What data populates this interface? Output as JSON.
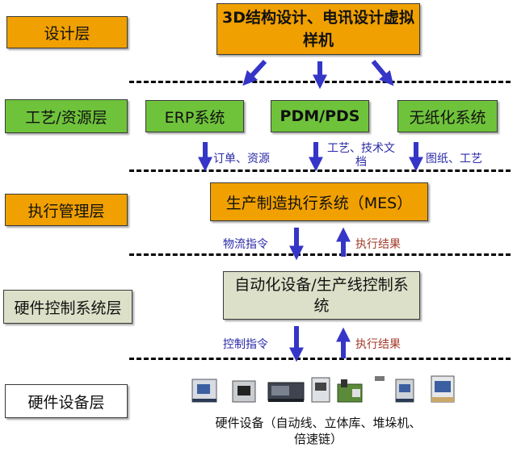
{
  "layers": {
    "design": "设计层",
    "process_resource": "工艺/资源层",
    "execution": "执行管理层",
    "hw_control": "硬件控制系统层",
    "hw_equipment": "硬件设备层"
  },
  "boxes": {
    "design_top": "3D结构设计、电讯设计虚拟样机",
    "erp": "ERP系统",
    "pdm": "PDM/PDS",
    "paperless": "无纸化系统",
    "mes": "生产制造执行系统（MES）",
    "automation": "自动化设备/生产线控制系统"
  },
  "labels": {
    "order_resource": "订单、资源",
    "process_tech_doc": "工艺、技术文档",
    "drawing_process": "图纸、工艺",
    "logistics_cmd_1": "物流指令",
    "exec_result_1": "执行结果",
    "control_cmd": "控制指令",
    "exec_result_2": "执行结果",
    "hw_equipment_caption": "硬件设备（自动线、立体库、堆垛机、倍速链）"
  },
  "colors": {
    "layer_orange": "#f0a000",
    "layer_green": "#6fc33b",
    "arrow_blue": "#3535c8",
    "label_blue": "#2a2aa8",
    "label_red": "#a33a2a"
  }
}
